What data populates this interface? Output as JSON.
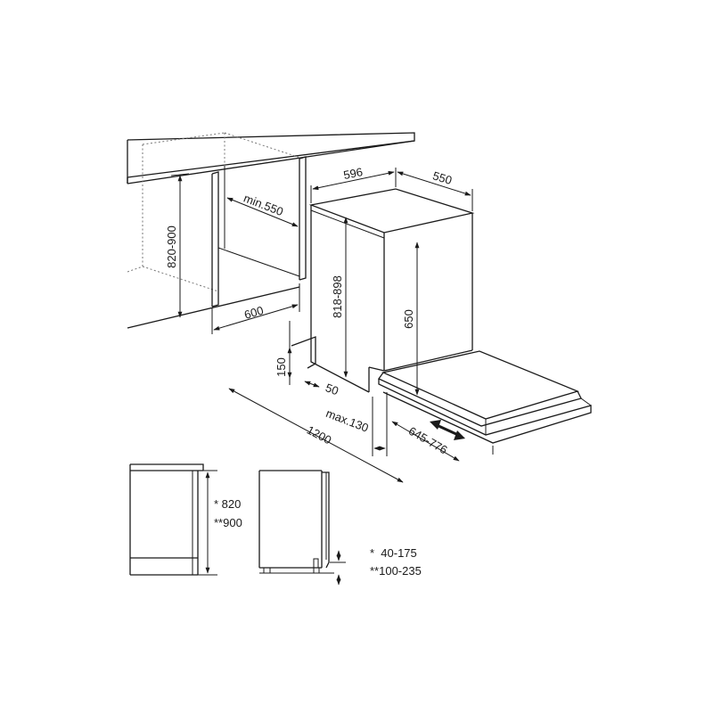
{
  "dimensions": {
    "niche_height": "820-900",
    "niche_depth_min": "min.550",
    "niche_width": "600",
    "appliance_width": "596",
    "appliance_depth": "550",
    "appliance_height": "818-898",
    "inner_height": "650",
    "plinth_height": "150",
    "plinth_setback": "50",
    "plinth_max": "max.130",
    "door_swing": "1200",
    "panel_range": "645-776"
  },
  "side_view": {
    "height_label_1": "* 820",
    "height_label_2": "**900"
  },
  "legend": {
    "note_1": "*  40-175",
    "note_2": "**100-235"
  }
}
